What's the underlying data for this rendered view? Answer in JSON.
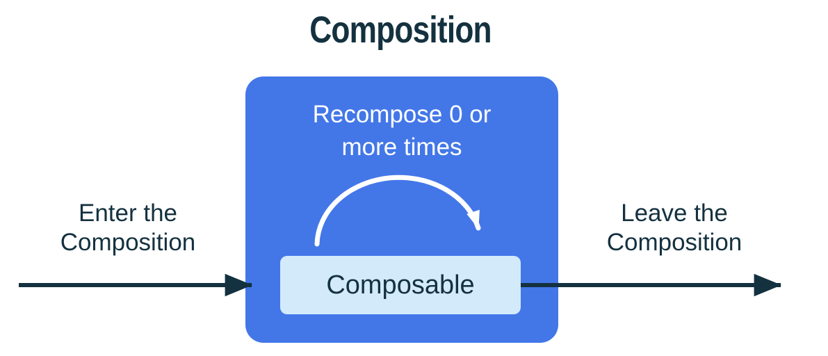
{
  "title": "Composition",
  "diagram": {
    "enter_label": "Enter the\nComposition",
    "leave_label": "Leave the\nComposition",
    "composition_box": {
      "recompose_label": "Recompose 0 or\nmore times",
      "composable_label": "Composable"
    }
  },
  "icons": {
    "enter_arrow": "right-arrow",
    "recompose_arc": "clockwise-arc-arrow",
    "leave_arrow": "right-arrow"
  },
  "colors": {
    "composition_box_blue": "#4377E8",
    "composable_box_light_blue": "#D3EAFB",
    "ink_navy": "#14313F",
    "arc_white": "#FFFFFF",
    "background": "#FFFFFF"
  }
}
